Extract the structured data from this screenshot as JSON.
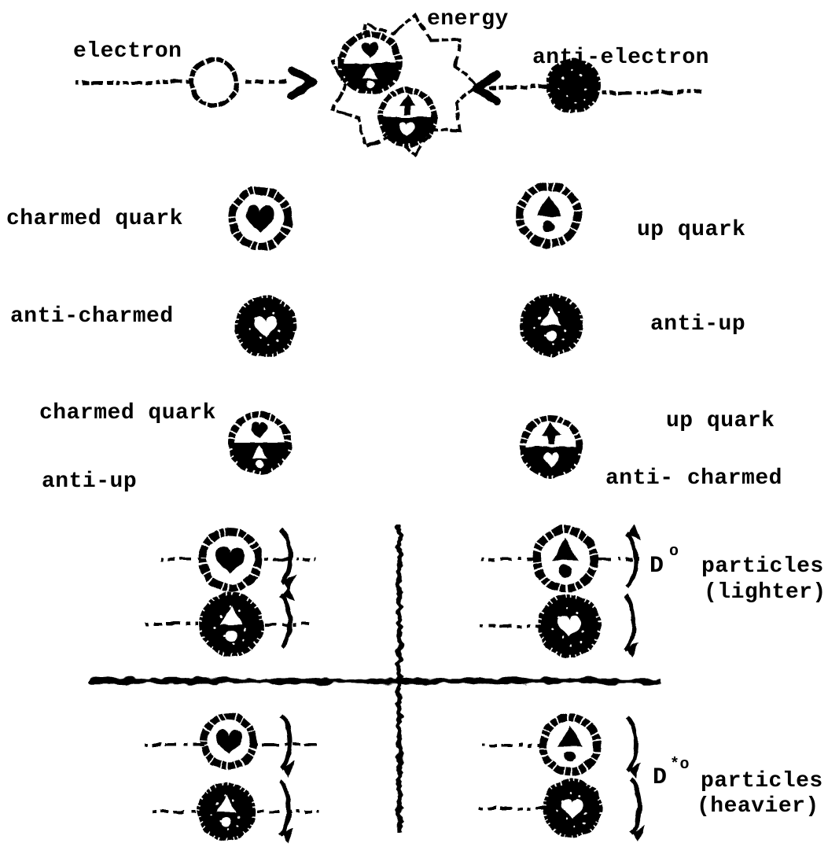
{
  "collision": {
    "electron_label": "electron",
    "energy_label": "energy",
    "anti_electron_label": "anti-electron"
  },
  "quarks": {
    "charmed_quark_label": "charmed quark",
    "up_quark_label": "up quark",
    "anti_charmed_label": "anti-charmed",
    "anti_up_label": "anti-up"
  },
  "pairs": {
    "left": {
      "top": "charmed quark",
      "bottom": "anti-up"
    },
    "right": {
      "top": "up quark",
      "bottom": "anti- charmed"
    }
  },
  "mesons": {
    "d0": {
      "symbol": "D",
      "sup": "o",
      "word": "particles",
      "note": "(lighter)"
    },
    "dstar0": {
      "symbol": "D",
      "sup": "*o",
      "word": "particles",
      "note": "(heavier)"
    }
  },
  "icons": {
    "heart-icon": "charm flavor (heart)",
    "triangle-dot-icon": "up flavor (triangle + dot)",
    "arrow-up-icon": "up flavor (up arrow)",
    "open-circle-icon": "matter particle",
    "filled-circle-icon": "antimatter particle",
    "spin-arrow-icon": "spin direction curved arrow",
    "burst-icon": "energy burst outline",
    "chevron-arrow-icon": "collision direction arrowhead"
  },
  "colors": {
    "ink": "#000000",
    "paper": "#ffffff"
  }
}
